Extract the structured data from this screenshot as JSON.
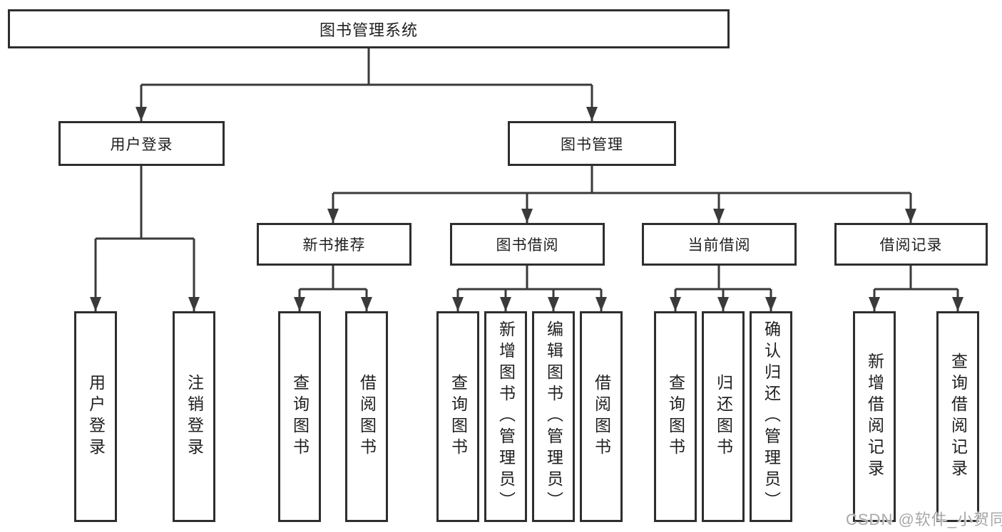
{
  "nodes": {
    "root": "图书管理系统",
    "user_login": "用户登录",
    "book_mgmt": "图书管理",
    "new_book_rec": "新书推荐",
    "book_borrow": "图书借阅",
    "current_borrow": "当前借阅",
    "borrow_records": "借阅记录",
    "leaf_user_login": "用户登录",
    "leaf_logout": "注销登录",
    "leaf_query_book_1": "查询图书",
    "leaf_borrow_book_1": "借阅图书",
    "leaf_query_book_2": "查询图书",
    "leaf_add_book": "新增图书（管理员）",
    "leaf_edit_book": "编辑图书（管理员）",
    "leaf_borrow_book_2": "借阅图书",
    "leaf_query_book_3": "查询图书",
    "leaf_return_book": "归还图书",
    "leaf_confirm_return": "确认归还（管理员）",
    "leaf_add_record": "新增借阅记录",
    "leaf_query_record": "查询借阅记录"
  },
  "edges": [
    [
      "root",
      "user_login"
    ],
    [
      "root",
      "book_mgmt"
    ],
    [
      "user_login",
      "leaf_user_login"
    ],
    [
      "user_login",
      "leaf_logout"
    ],
    [
      "book_mgmt",
      "new_book_rec"
    ],
    [
      "book_mgmt",
      "book_borrow"
    ],
    [
      "book_mgmt",
      "current_borrow"
    ],
    [
      "book_mgmt",
      "borrow_records"
    ],
    [
      "new_book_rec",
      "leaf_query_book_1"
    ],
    [
      "new_book_rec",
      "leaf_borrow_book_1"
    ],
    [
      "book_borrow",
      "leaf_query_book_2"
    ],
    [
      "book_borrow",
      "leaf_add_book"
    ],
    [
      "book_borrow",
      "leaf_edit_book"
    ],
    [
      "book_borrow",
      "leaf_borrow_book_2"
    ],
    [
      "current_borrow",
      "leaf_query_book_3"
    ],
    [
      "current_borrow",
      "leaf_return_book"
    ],
    [
      "current_borrow",
      "leaf_confirm_return"
    ],
    [
      "borrow_records",
      "leaf_add_record"
    ],
    [
      "borrow_records",
      "leaf_query_record"
    ]
  ],
  "colors": {
    "line": "#3a3a3a",
    "border": "#2e2e2e",
    "text": "#1f1f1f",
    "watermark": "#a8a8a8"
  },
  "watermark": "CSDN @软件_小贺同学"
}
